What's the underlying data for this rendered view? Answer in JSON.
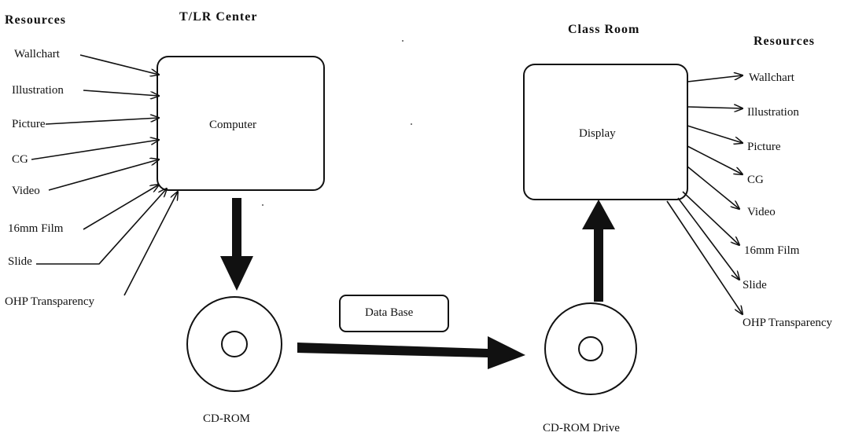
{
  "headers": {
    "left_resources": "Resources",
    "tlr_center": "T/LR Center",
    "class_room": "Class Room",
    "right_resources": "Resources"
  },
  "left_resources": [
    "Wallchart",
    "Illustration",
    "Picture",
    "CG",
    "Video",
    "16mm Film",
    "Slide",
    "OHP Transparency"
  ],
  "right_resources": [
    "Wallchart",
    "Illustration",
    "Picture",
    "CG",
    "Video",
    "16mm Film",
    "Slide",
    "OHP Transparency"
  ],
  "nodes": {
    "computer": "Computer",
    "display": "Display",
    "database": "Data Base",
    "cdrom": "CD-ROM",
    "cdrom_drive": "CD-ROM Drive"
  }
}
